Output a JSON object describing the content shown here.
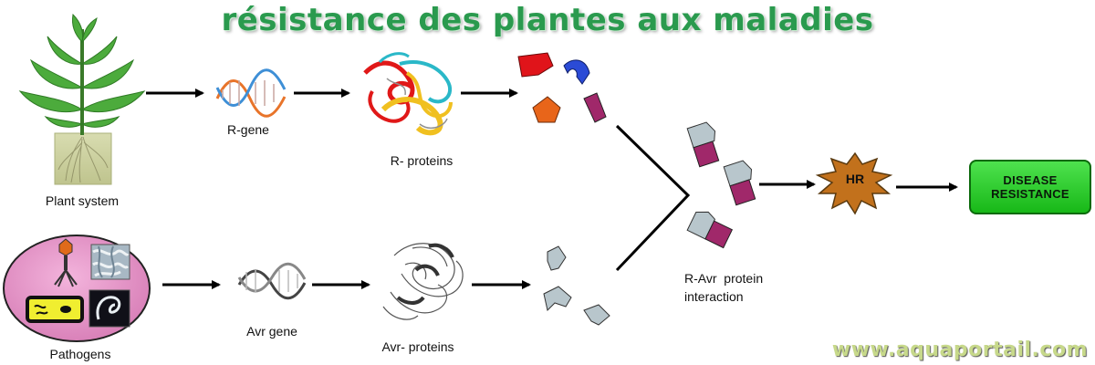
{
  "title": "résistance des plantes aux maladies",
  "labels": {
    "plant_system": "Plant system",
    "r_gene": "R-gene",
    "r_proteins": "R- proteins",
    "pathogens": "Pathogens",
    "avr_gene": "Avr gene",
    "avr_proteins": "Avr- proteins",
    "interaction_line1": "R-Avr  protein",
    "interaction_line2": "interaction",
    "hr": "HR",
    "result_line1": "DISEASE",
    "result_line2": "RESISTANCE"
  },
  "watermark": "www.aquaportail.com",
  "colors": {
    "title": "#2a9a4e",
    "result_box": "#22c422",
    "hr_burst": "#c2711c",
    "dna_orange": "#e8742a",
    "dna_blue": "#3e8fd6",
    "shape_red": "#e0141a",
    "shape_blue": "#2b4bd6",
    "shape_orange": "#e8651a",
    "shape_magenta": "#a0286a",
    "shape_grey": "#b8c6cc",
    "pathogen_bg": "#e48fc4"
  }
}
